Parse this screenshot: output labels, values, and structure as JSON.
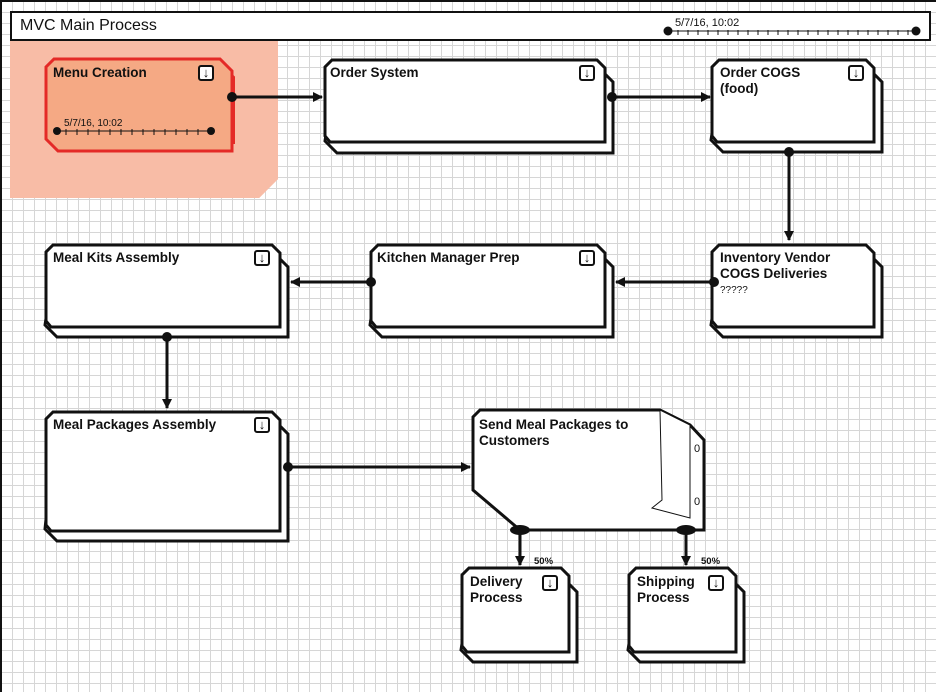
{
  "title": "MVC Main Process",
  "timeline_date": "5/7/16, 10:02",
  "colors": {
    "highlight": "#f8bca6",
    "selected_fill": "#f5a984",
    "selected_border": "#e42a27",
    "border": "#111111"
  },
  "boxes": {
    "menu_creation": {
      "label": "Menu Creation",
      "date": "5/7/16, 10:02"
    },
    "order_system": {
      "label": "Order System"
    },
    "order_cogs": {
      "label": "Order COGS\n(food)"
    },
    "inventory_vendor": {
      "label": "Inventory Vendor\nCOGS Deliveries",
      "note": "?????"
    },
    "kitchen_manager": {
      "label": "Kitchen Manager Prep"
    },
    "meal_kits": {
      "label": "Meal Kits Assembly"
    },
    "meal_packages": {
      "label": "Meal Packages Assembly"
    },
    "send_meal": {
      "label": "Send Meal Packages to\nCustomers",
      "counter_top": "0",
      "counter_bottom": "0"
    },
    "delivery": {
      "label": "Delivery\nProcess",
      "percent": "50%"
    },
    "shipping": {
      "label": "Shipping\nProcess",
      "percent": "50%"
    }
  },
  "icons": {
    "dropdown": "expand-down-icon"
  }
}
